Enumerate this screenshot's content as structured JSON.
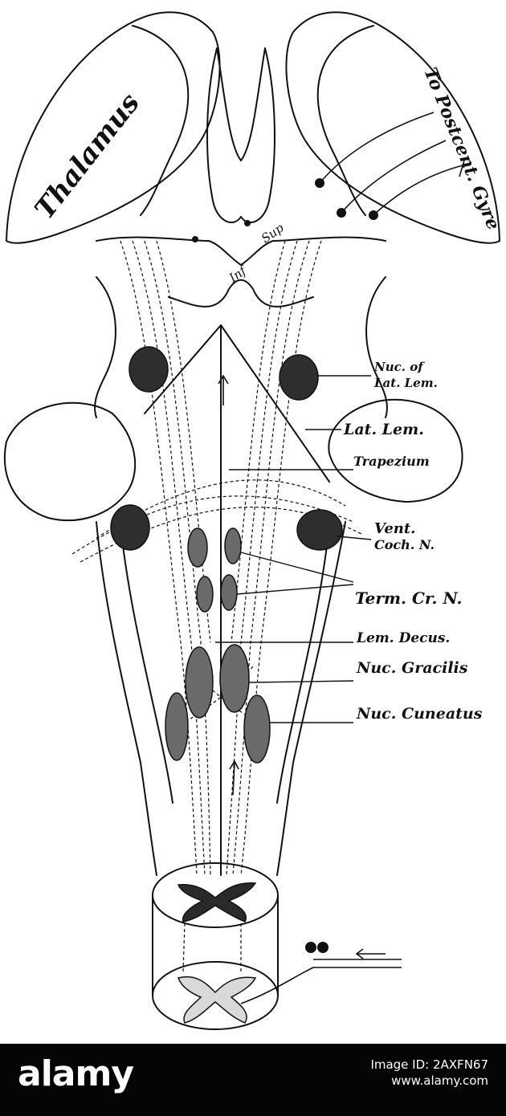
{
  "labels": {
    "thalamus": "Thalamus",
    "to_postcent": "To Postcent. Gyre",
    "sup": "Sup",
    "inf": "Inf",
    "nuc_lat_lem_1": "Nuc. of",
    "nuc_lat_lem_2": "Lat. Lem.",
    "lat_lem": "Lat. Lem.",
    "trapezium": "Trapezium",
    "vent_coch_1": "Vent.",
    "vent_coch_2": "Coch. N.",
    "term_cr_n": "Term. Cr. N.",
    "lem_decus": "Lem. Decus.",
    "nuc_gracilis": "Nuc. Gracilis",
    "nuc_cuneatus": "Nuc. Cuneatus"
  },
  "watermark": {
    "brand": "alamy",
    "image_id_label": "Image ID: 2AXFN67",
    "site": "www.alamy.com"
  },
  "colors": {
    "ink": "#111111",
    "nucleus_fill": "#3a3a3a",
    "footer_bg": "#050505"
  }
}
